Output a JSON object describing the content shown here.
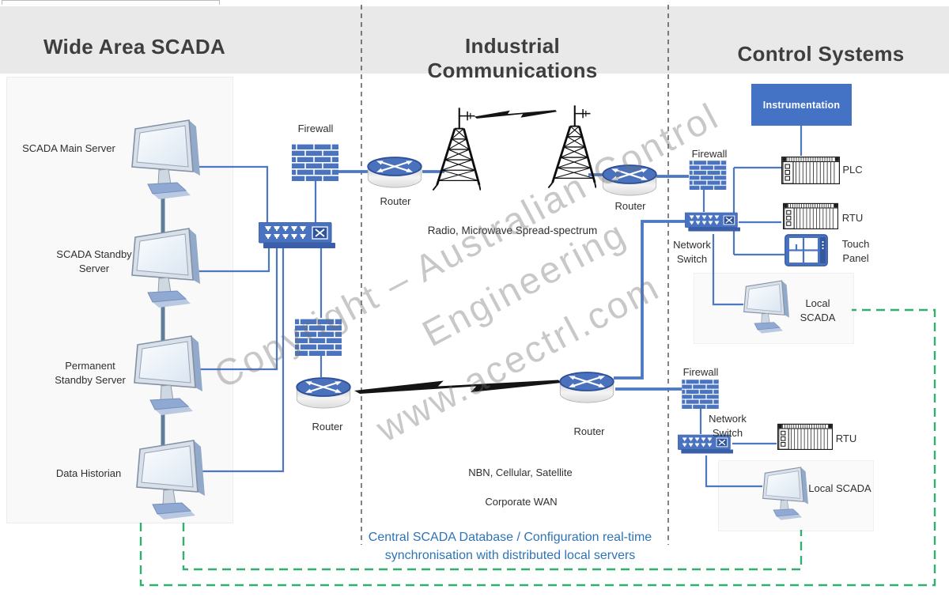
{
  "sections": {
    "left": "Wide Area SCADA",
    "middle": "Industrial Communications",
    "right": "Control Systems"
  },
  "wide_area": {
    "scada_main": "SCADA Main Server",
    "scada_standby_1": "SCADA Standby",
    "scada_standby_2": "Server",
    "perm_standby_1": "Permanent",
    "perm_standby_2": "Standby Server",
    "data_historian": "Data Historian",
    "firewall": "Firewall",
    "router_lower": "Router"
  },
  "industrial": {
    "router_left": "Router",
    "router_right": "Router",
    "router_bottom_right": "Router",
    "radio": "Radio, Microwave Spread-spectrum",
    "nbn": "NBN, Cellular, Satellite",
    "wan": "Corporate WAN"
  },
  "control": {
    "instrumentation": "Instrumentation",
    "firewall_top": "Firewall",
    "switch_top_1": "Network",
    "switch_top_2": "Switch",
    "plc": "PLC",
    "rtu_top": "RTU",
    "touch_1": "Touch",
    "touch_2": "Panel",
    "local_scada_top": "Local SCADA",
    "firewall_bottom": "Firewall",
    "switch_bottom_1": "Network",
    "switch_bottom_2": "Switch",
    "rtu_bottom": "RTU",
    "local_scada_bottom": "Local SCADA"
  },
  "footer": {
    "sync_1": "Central SCADA Database / Configuration real-time",
    "sync_2": "synchronisation with distributed local servers"
  },
  "watermark": {
    "l1": "Copyright – Australian Control",
    "l2": "Engineering",
    "l3": "www.acectrl.com"
  },
  "colors": {
    "accent_blue": "#4472c4",
    "icon_blue": "#4a73bf",
    "green_dashed": "#2fb06e",
    "sync_text": "#2e74b6",
    "header_bg": "#e9e9e9"
  }
}
